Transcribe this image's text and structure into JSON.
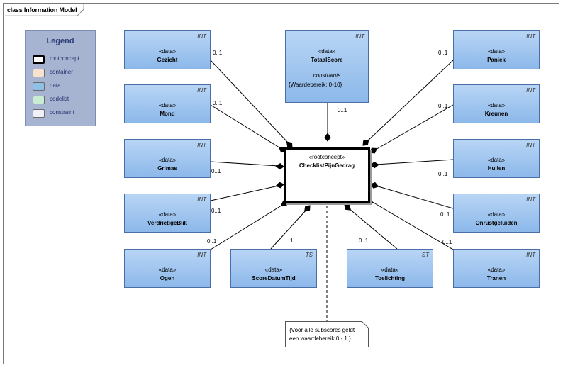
{
  "diagram_title": "class Information Model",
  "legend": {
    "title": "Legend",
    "items": [
      {
        "label": "rootconcept",
        "color": "#ffffff"
      },
      {
        "label": "container",
        "color": "#f7e1cf"
      },
      {
        "label": "data",
        "color": "#8ec0e8"
      },
      {
        "label": "codelist",
        "color": "#c8ecd4"
      },
      {
        "label": "constraint",
        "color": "#f0f0f8"
      }
    ]
  },
  "root": {
    "stereotype": "«rootconcept»",
    "name": "ChecklistPijnGedrag"
  },
  "classes": {
    "gezicht": {
      "type": "INT",
      "stereotype": "«data»",
      "name": "Gezicht",
      "multiplicity": "0..1"
    },
    "mond": {
      "type": "INT",
      "stereotype": "«data»",
      "name": "Mond",
      "multiplicity": "0..1"
    },
    "grimas": {
      "type": "INT",
      "stereotype": "«data»",
      "name": "Grimas",
      "multiplicity": "0..1"
    },
    "verdrietigeblik": {
      "type": "INT",
      "stereotype": "«data»",
      "name": "VerdrietigeBlik",
      "multiplicity": "0..1"
    },
    "ogen": {
      "type": "INT",
      "stereotype": "«data»",
      "name": "Ogen",
      "multiplicity": "0..1"
    },
    "scoredatumtijd": {
      "type": "TS",
      "stereotype": "«data»",
      "name": "ScoreDatumTijd",
      "multiplicity": "1"
    },
    "toelichting": {
      "type": "ST",
      "stereotype": "«data»",
      "name": "Toelichting",
      "multiplicity": "0..1"
    },
    "tranen": {
      "type": "INT",
      "stereotype": "«data»",
      "name": "Tranen",
      "multiplicity": "0..1"
    },
    "onrustgeluiden": {
      "type": "INT",
      "stereotype": "«data»",
      "name": "Onrustgeluiden",
      "multiplicity": "0..1"
    },
    "huilen": {
      "type": "INT",
      "stereotype": "«data»",
      "name": "Huilen",
      "multiplicity": "0..1"
    },
    "kreunen": {
      "type": "INT",
      "stereotype": "«data»",
      "name": "Kreunen",
      "multiplicity": "0..1"
    },
    "paniek": {
      "type": "INT",
      "stereotype": "«data»",
      "name": "Paniek",
      "multiplicity": "0..1"
    },
    "totaalscore": {
      "type": "INT",
      "stereotype": "«data»",
      "name": "TotaalScore",
      "multiplicity": "0..1",
      "constraints_label": "constraints",
      "constraint": "{Waardebereik: 0-10}"
    }
  },
  "note": {
    "line1": "{Voor alle subscores geldt",
    "line2": "een waardebereik 0 - 1.}"
  }
}
